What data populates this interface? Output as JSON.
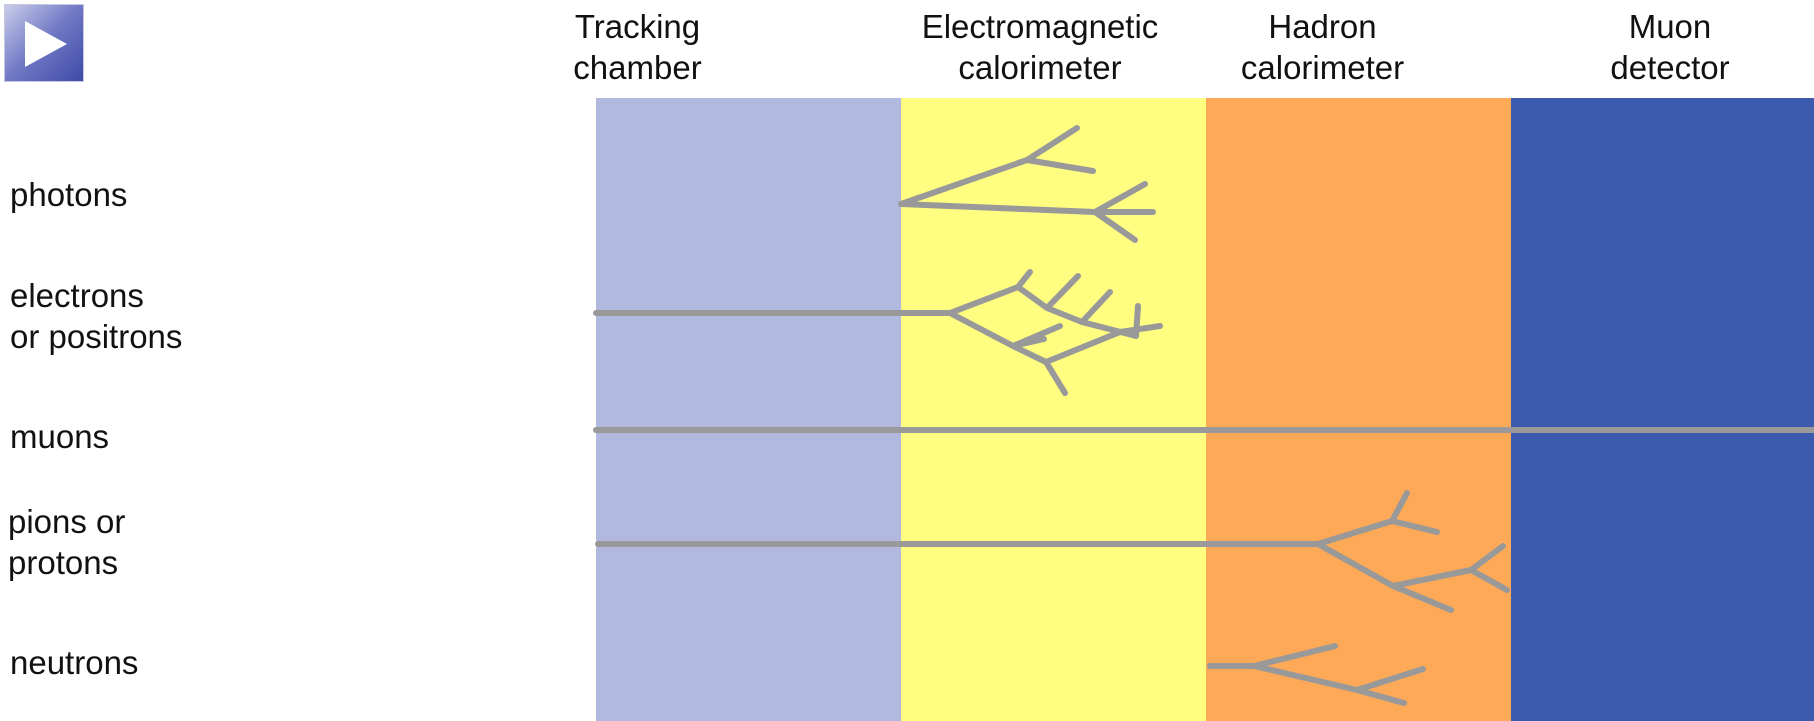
{
  "controls": {
    "play_icon": "play-icon"
  },
  "columns": [
    {
      "id": "tracking",
      "label": "Tracking\nchamber",
      "color": "#b2b9de"
    },
    {
      "id": "em",
      "label": "Electromagnetic\ncalorimeter",
      "color": "#fffe80"
    },
    {
      "id": "hadron",
      "label": "Hadron\ncalorimeter",
      "color": "#fda957"
    },
    {
      "id": "muon",
      "label": "Muon\ndetector",
      "color": "#3c5baf"
    }
  ],
  "particles": [
    {
      "id": "photons",
      "label": "photons"
    },
    {
      "id": "electrons",
      "label": "electrons\nor positrons"
    },
    {
      "id": "muons",
      "label": "muons"
    },
    {
      "id": "pions",
      "label": "pions or\nprotons"
    },
    {
      "id": "neutrons",
      "label": "neutrons"
    }
  ],
  "colors": {
    "track": "#999999",
    "text": "#111111"
  }
}
